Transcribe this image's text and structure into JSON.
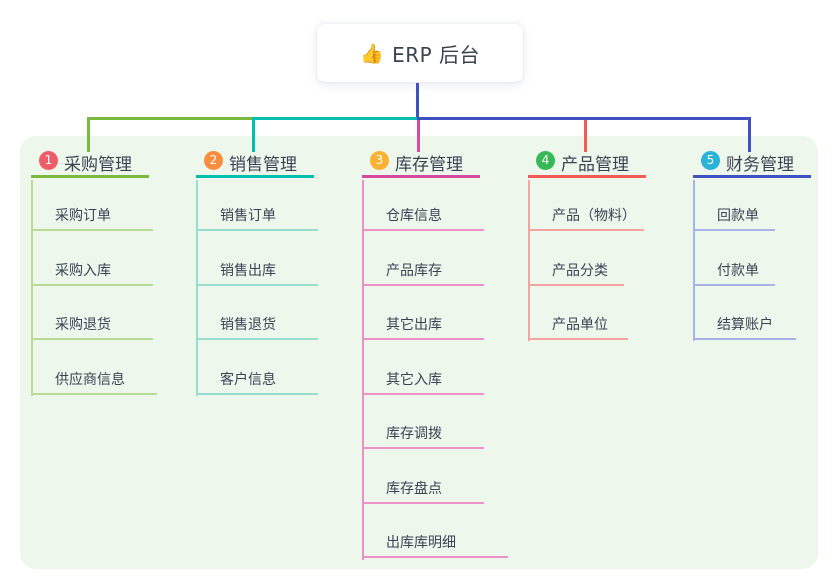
{
  "root": {
    "label": "ERP 后台",
    "icon": "thumbs-up",
    "emoji": "👍",
    "card_bg": "#ffffff",
    "line_color": "#3f51c1"
  },
  "panel": {
    "bg_color": "#eef7eb"
  },
  "branches": [
    {
      "badge": "1",
      "label": "采购管理",
      "badge_color": "#f05b68",
      "color": "#7cb93f",
      "light_color": "#b7dc96",
      "children": [
        "采购订单",
        "采购入库",
        "采购退货",
        "供应商信息"
      ]
    },
    {
      "badge": "2",
      "label": "销售管理",
      "badge_color": "#fb8d3e",
      "color": "#00bfad",
      "light_color": "#97ded1",
      "children": [
        "销售订单",
        "销售出库",
        "销售退货",
        "客户信息"
      ]
    },
    {
      "badge": "3",
      "label": "库存管理",
      "badge_color": "#f9b233",
      "color": "#d94a9f",
      "light_color": "#ec92c9",
      "children": [
        "仓库信息",
        "产品库存",
        "其它出库",
        "其它入库",
        "库存调拨",
        "库存盘点",
        "出库库明细"
      ]
    },
    {
      "badge": "4",
      "label": "产品管理",
      "badge_color": "#39b857",
      "color": "#f25a56",
      "light_color": "#f5a3a0",
      "children": [
        "产品（物料）",
        "产品分类",
        "产品单位"
      ]
    },
    {
      "badge": "5",
      "label": "财务管理",
      "badge_color": "#2ab3d9",
      "color": "#3f51c1",
      "light_color": "#a6b4e8",
      "children": [
        "回款单",
        "付款单",
        "结算账户"
      ]
    }
  ]
}
